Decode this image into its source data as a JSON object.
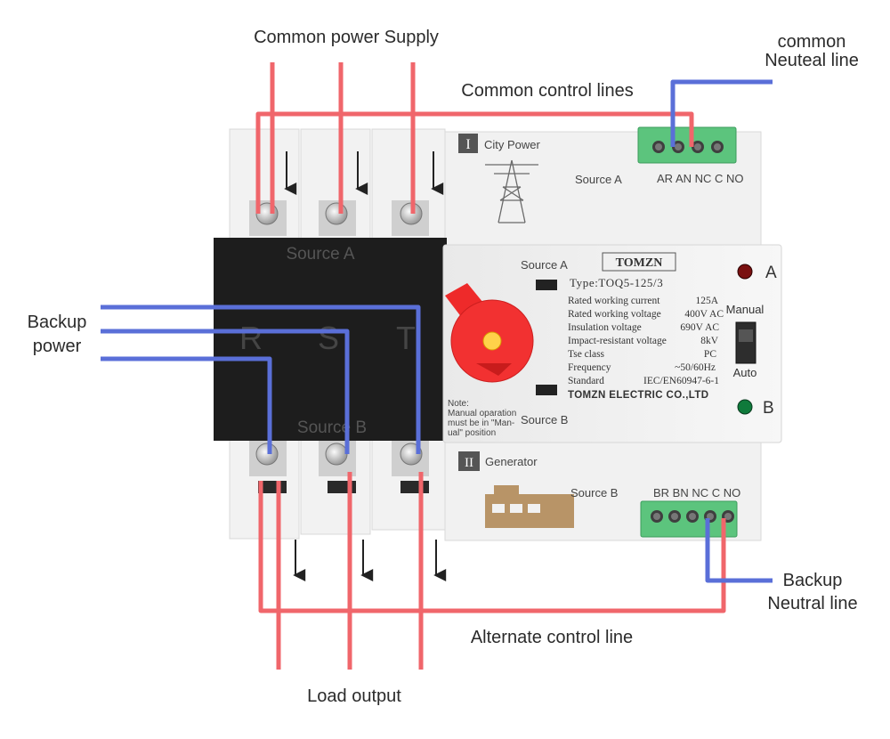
{
  "labels": {
    "common_power_supply": "Common power Supply",
    "common_neutral_line_1": "common",
    "common_neutral_line_2": "Neuteal line",
    "common_control_lines": "Common control lines",
    "backup_power_1": "Backup",
    "backup_power_2": "power",
    "backup_neutral_1": "Backup",
    "backup_neutral_2": "Neutral line",
    "alternate_control_line": "Alternate control line",
    "load_output": "Load output"
  },
  "device": {
    "top_panel": {
      "roman": "I",
      "title": "City Power",
      "source": "Source A",
      "terminals": "AR AN NC C NO"
    },
    "bottom_panel": {
      "roman": "II",
      "title": "Generator",
      "source": "Source B",
      "terminals": "BR BN NC C NO"
    },
    "black_block": {
      "source_a": "Source A",
      "source_b": "Source B",
      "phases": [
        "R",
        "S",
        "T"
      ]
    },
    "front": {
      "source_a": "Source A",
      "source_b": "Source B",
      "brand": "TOMZN",
      "type": "Type:TOQ5-125/3",
      "specs": [
        {
          "k": "Rated working current",
          "v": "125A"
        },
        {
          "k": "Rated working voltage",
          "v": "400V AC"
        },
        {
          "k": "Insulation voltage",
          "v": "690V AC"
        },
        {
          "k": "Impact-resistant voltage",
          "v": "8kV"
        },
        {
          "k": "Tse class",
          "v": "PC"
        },
        {
          "k": "Frequency",
          "v": "~50/60Hz"
        },
        {
          "k": "Standard",
          "v": "IEC/EN60947-6-1"
        }
      ],
      "company": "TOMZN ELECTRIC CO.,LTD",
      "note_lines": [
        "Note:",
        "Manual oparation",
        "must be in \"Man-",
        "ual\" position"
      ],
      "indicator_a": "A",
      "indicator_b": "B",
      "manual": "Manual",
      "auto": "Auto"
    }
  },
  "colors": {
    "red_wire": "#f0666b",
    "blue_wire": "#5a6fd8",
    "arrow": "#222222",
    "black_block": "#1d1d1d",
    "green_terminal": "#56c27a"
  }
}
